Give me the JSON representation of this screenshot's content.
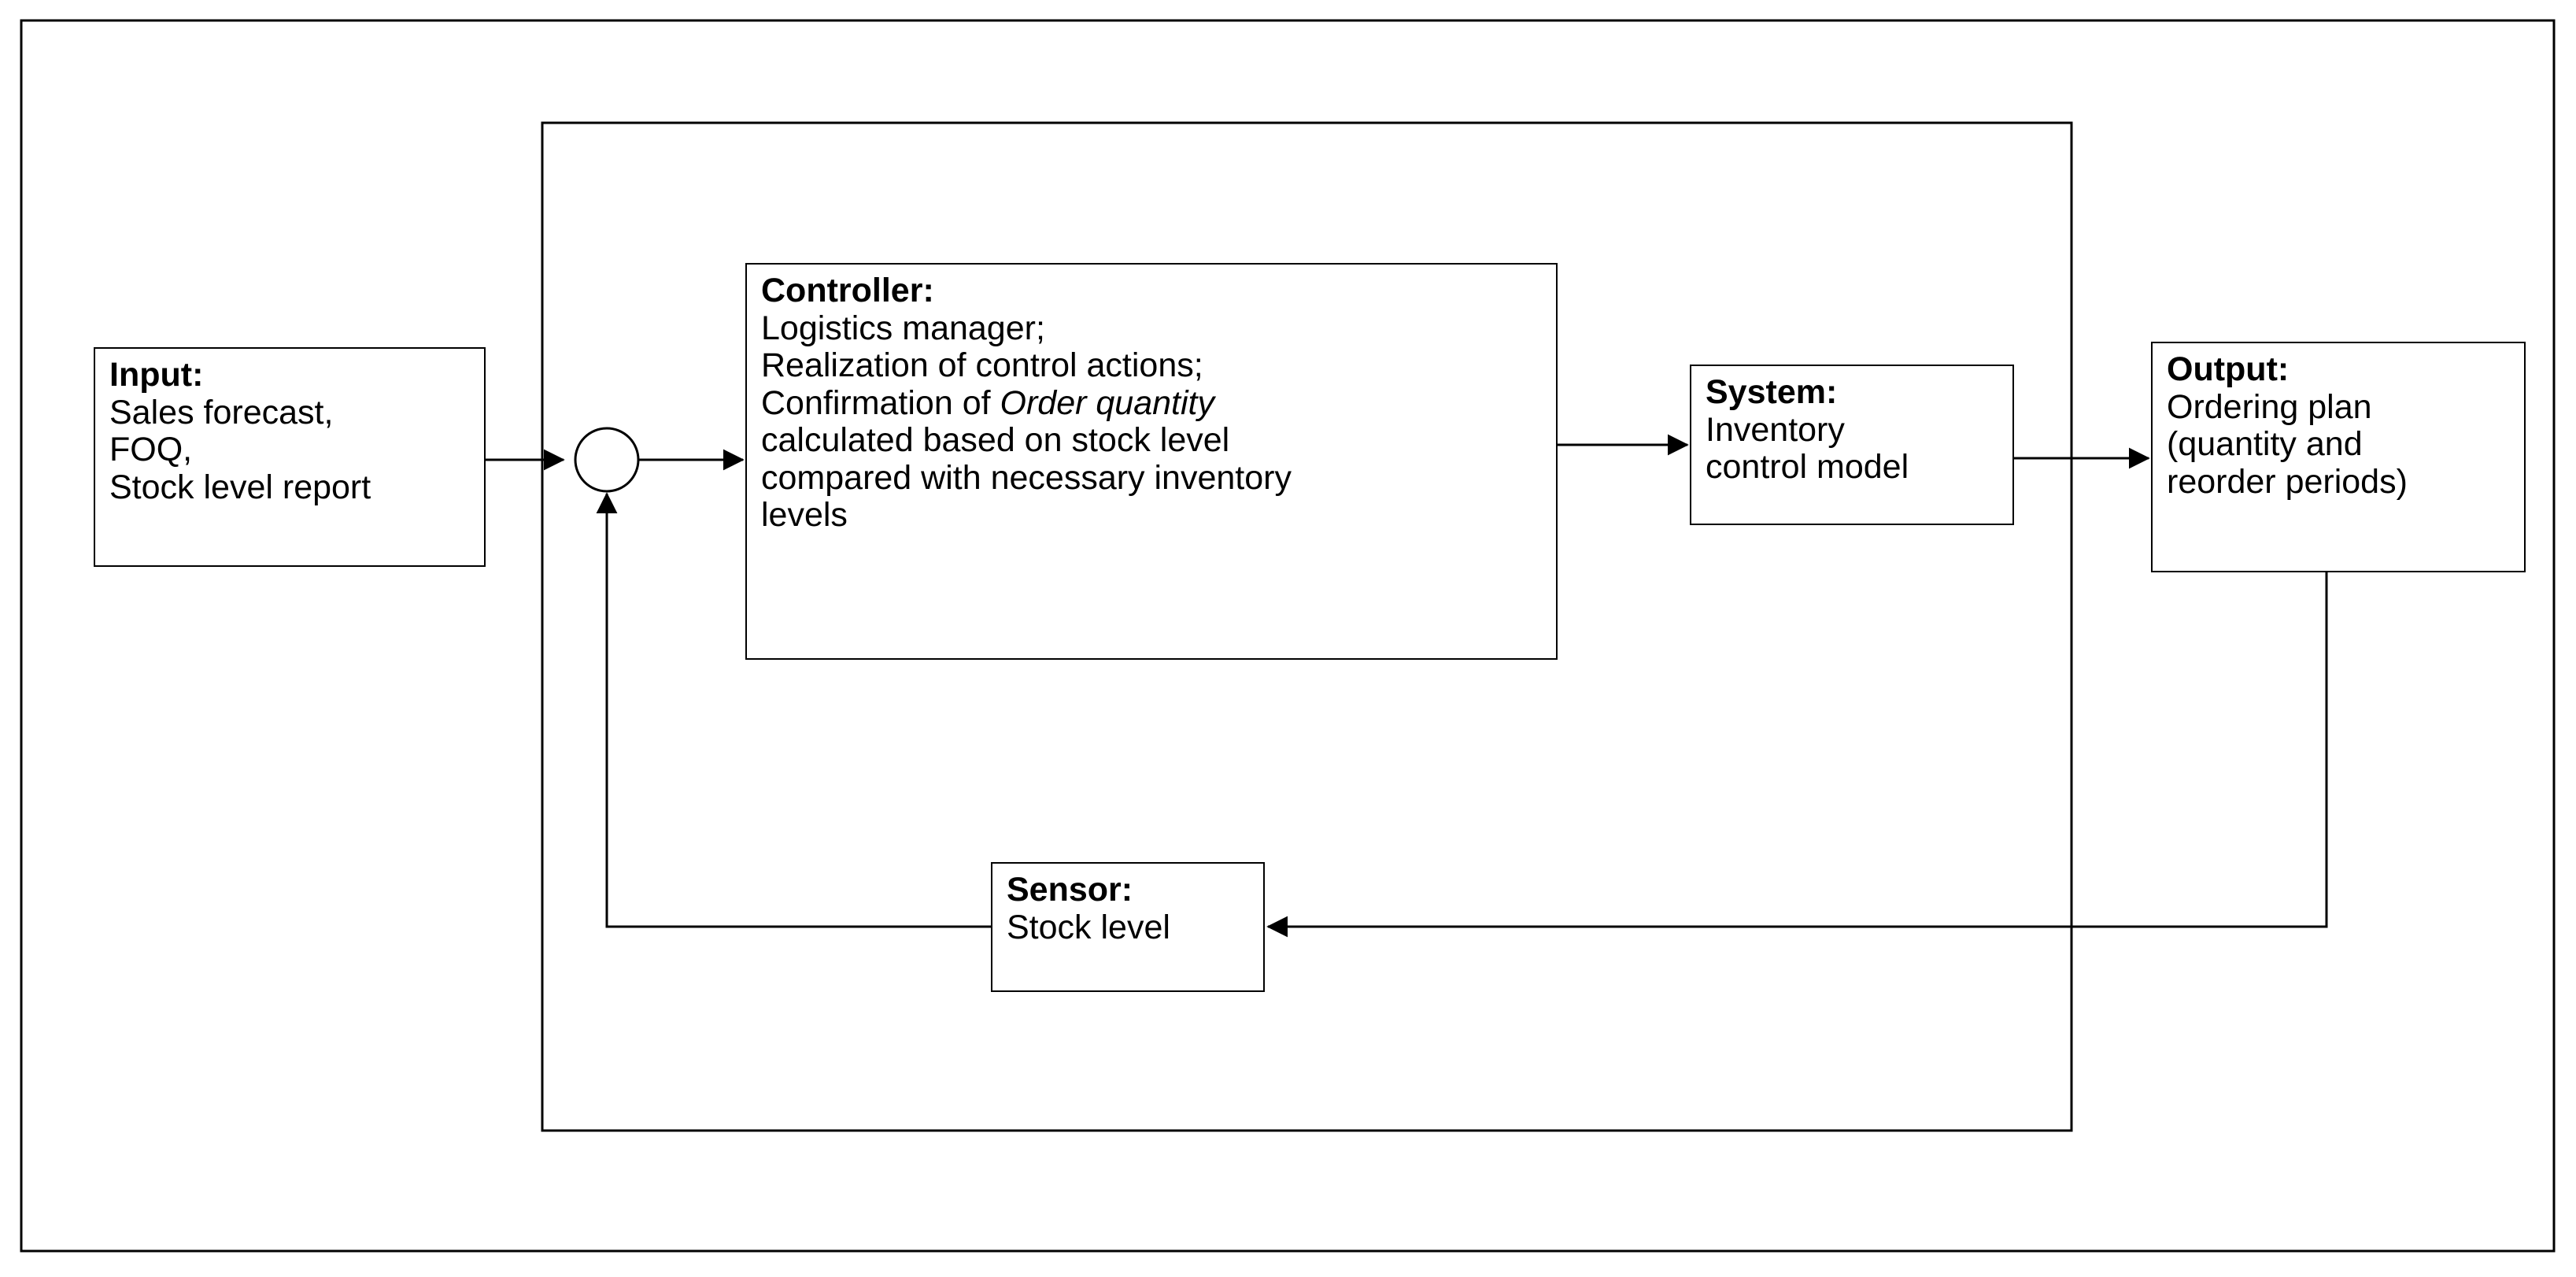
{
  "diagram": {
    "title": "Inventory control feedback loop block diagram",
    "type": "block-diagram",
    "stroke_color": "#000000",
    "background_color": "#ffffff",
    "frame": {
      "label": "outer-frame"
    },
    "system_boundary": {
      "label": "system-boundary"
    },
    "junction": {
      "label": "summing-junction",
      "symbol": ""
    },
    "nodes": {
      "input": {
        "title": "Input:",
        "lines": [
          "Sales forecast,",
          "FOQ,",
          "Stock level report"
        ]
      },
      "controller": {
        "title": "Controller:",
        "lines": [
          "Logistics manager;",
          "Realization of control actions;",
          "Confirmation of Order quantity",
          "calculated based on stock level",
          "compared with necessary inventory",
          "levels"
        ],
        "italic_phrase": "Order quantity",
        "line3_prefix": "Confirmation of ",
        "line3_italic": "Order quantity"
      },
      "system": {
        "title": "System:",
        "lines": [
          "Inventory",
          "control model"
        ]
      },
      "output": {
        "title": "Output:",
        "lines": [
          "Ordering plan",
          "(quantity and",
          "reorder periods)"
        ]
      },
      "sensor": {
        "title": "Sensor:",
        "lines": [
          "Stock level"
        ]
      }
    },
    "connections": [
      {
        "name": "input-to-junction",
        "from": "input",
        "to": "junction",
        "arrow": "right"
      },
      {
        "name": "junction-to-controller",
        "from": "junction",
        "to": "controller",
        "arrow": "right"
      },
      {
        "name": "controller-to-system",
        "from": "controller",
        "to": "system",
        "arrow": "right"
      },
      {
        "name": "system-to-output",
        "from": "system",
        "to": "output",
        "arrow": "right"
      },
      {
        "name": "output-to-sensor",
        "from": "output",
        "to": "sensor",
        "arrow": "left"
      },
      {
        "name": "sensor-to-junction",
        "from": "sensor",
        "to": "junction",
        "arrow": "up"
      }
    ]
  }
}
